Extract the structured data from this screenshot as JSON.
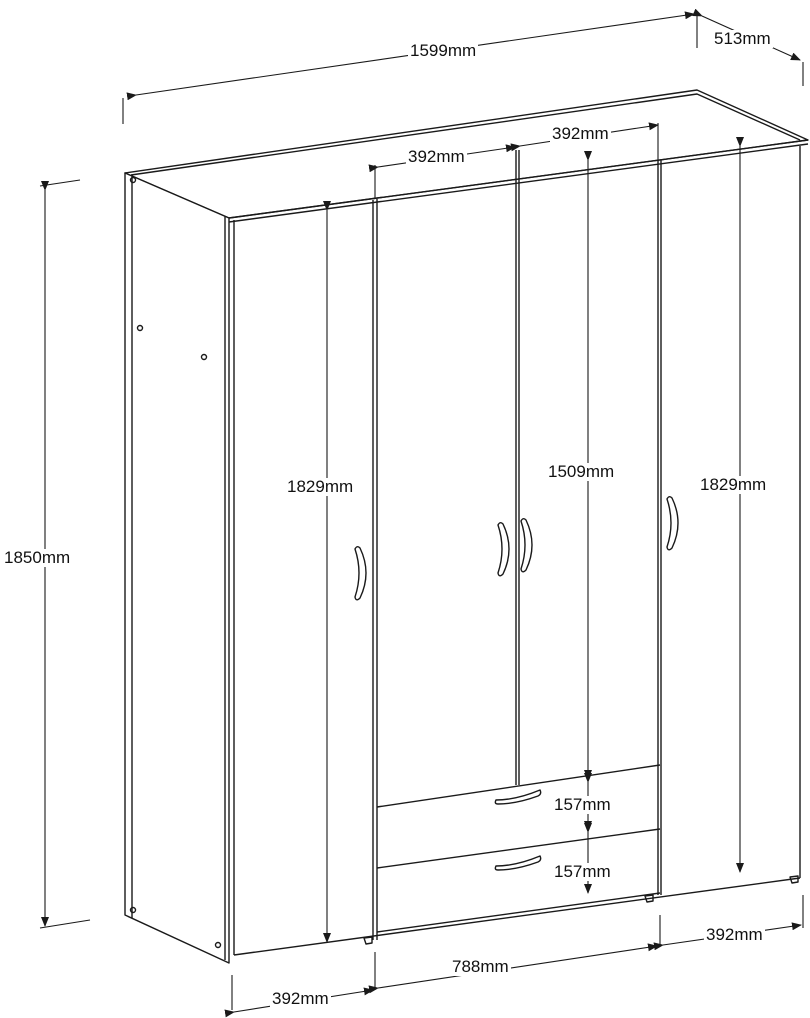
{
  "diagram": {
    "subject": "4-door wardrobe with 2 drawers",
    "colors": {
      "line": "#1a1a1a",
      "background": "#ffffff"
    },
    "dimensions": {
      "overall_width": "1599mm",
      "overall_depth": "513mm",
      "overall_height": "1850mm",
      "top_center_door_left_width": "392mm",
      "top_center_door_right_width": "392mm",
      "left_door_height": "1829mm",
      "center_door_height": "1509mm",
      "right_door_height": "1829mm",
      "drawer_upper_height": "157mm",
      "drawer_lower_height": "157mm",
      "bottom_left_width": "392mm",
      "bottom_center_width": "788mm",
      "bottom_right_width": "392mm"
    }
  }
}
